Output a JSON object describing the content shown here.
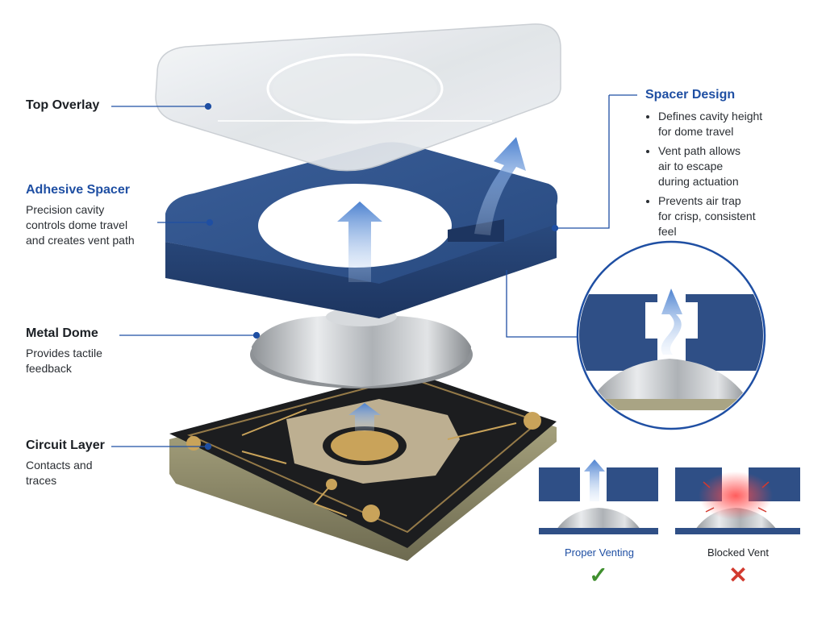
{
  "labels": {
    "top_overlay": {
      "title": "Top Overlay"
    },
    "adhesive_spacer": {
      "title": "Adhesive Spacer",
      "desc_lines": [
        "Precision cavity",
        "controls dome travel",
        "and creates vent path"
      ]
    },
    "metal_dome": {
      "title": "Metal Dome",
      "desc_lines": [
        "Provides tactile",
        "feedback"
      ]
    },
    "circuit_layer": {
      "title": "Circuit Layer",
      "desc_lines": [
        "Contacts and",
        "traces"
      ]
    }
  },
  "spacer_design": {
    "title": "Spacer Design",
    "bullets": [
      [
        "Defines cavity height",
        "for dome travel"
      ],
      [
        "Vent path allows",
        "air to escape",
        "during actuation"
      ],
      [
        "Prevents air trap",
        "for crisp, consistent",
        "feel"
      ]
    ]
  },
  "comparison": {
    "proper": {
      "label": "Proper Venting",
      "mark": "✓"
    },
    "blocked": {
      "label": "Blocked Vent",
      "mark": "✕"
    }
  },
  "colors": {
    "accent": "#1f4fa3",
    "spacer": "#2f4f86",
    "dome": "#b9bcc0",
    "pcb": "#1c1d1f",
    "gold": "#c9a35a",
    "ok": "#3f8f2e",
    "bad": "#d23a2f"
  },
  "icons": {
    "ok": "check-icon",
    "bad": "x-icon"
  }
}
